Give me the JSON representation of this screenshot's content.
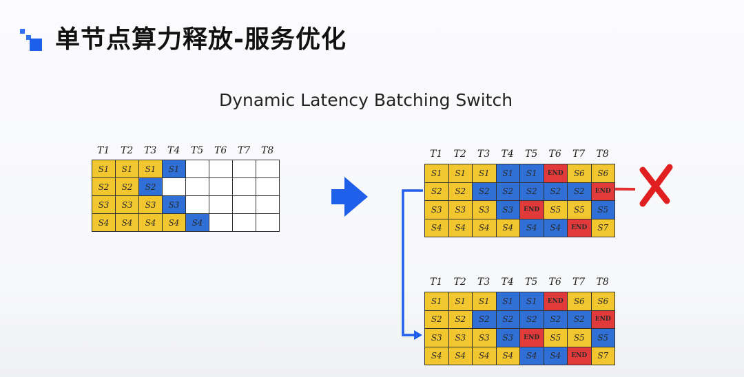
{
  "title": "单节点算力释放-服务优化",
  "subtitle": "Dynamic Latency Batching Switch",
  "colors": {
    "yellow": "#f2c62f",
    "blue": "#2f6fd6",
    "red": "#e23a3a",
    "arrow": "#1f5fe9",
    "cross": "#e02020"
  },
  "time_headers": [
    "T1",
    "T2",
    "T3",
    "T4",
    "T5",
    "T6",
    "T7",
    "T8"
  ],
  "grids": [
    {
      "name": "static-batching-grid",
      "rows": [
        [
          [
            "S1",
            "y"
          ],
          [
            "S1",
            "y"
          ],
          [
            "S1",
            "y"
          ],
          [
            "S1",
            "b"
          ],
          [
            "",
            "w"
          ],
          [
            "",
            "w"
          ],
          [
            "",
            "w"
          ],
          [
            "",
            "w"
          ]
        ],
        [
          [
            "S2",
            "y"
          ],
          [
            "S2",
            "y"
          ],
          [
            "S2",
            "b"
          ],
          [
            "",
            "w"
          ],
          [
            "",
            "w"
          ],
          [
            "",
            "w"
          ],
          [
            "",
            "w"
          ],
          [
            "",
            "w"
          ]
        ],
        [
          [
            "S3",
            "y"
          ],
          [
            "S3",
            "y"
          ],
          [
            "S3",
            "y"
          ],
          [
            "S3",
            "b"
          ],
          [
            "",
            "w"
          ],
          [
            "",
            "w"
          ],
          [
            "",
            "w"
          ],
          [
            "",
            "w"
          ]
        ],
        [
          [
            "S4",
            "y"
          ],
          [
            "S4",
            "y"
          ],
          [
            "S4",
            "y"
          ],
          [
            "S4",
            "y"
          ],
          [
            "S4",
            "b"
          ],
          [
            "",
            "w"
          ],
          [
            "",
            "w"
          ],
          [
            "",
            "w"
          ]
        ]
      ]
    },
    {
      "name": "dynamic-batching-grid-rejected",
      "rows": [
        [
          [
            "S1",
            "y"
          ],
          [
            "S1",
            "y"
          ],
          [
            "S1",
            "y"
          ],
          [
            "S1",
            "b"
          ],
          [
            "S1",
            "b"
          ],
          [
            "END",
            "r"
          ],
          [
            "S6",
            "y"
          ],
          [
            "S6",
            "y"
          ]
        ],
        [
          [
            "S2",
            "y"
          ],
          [
            "S2",
            "y"
          ],
          [
            "S2",
            "b"
          ],
          [
            "S2",
            "b"
          ],
          [
            "S2",
            "b"
          ],
          [
            "S2",
            "b"
          ],
          [
            "S2",
            "b"
          ],
          [
            "END",
            "r"
          ]
        ],
        [
          [
            "S3",
            "y"
          ],
          [
            "S3",
            "y"
          ],
          [
            "S3",
            "y"
          ],
          [
            "S3",
            "b"
          ],
          [
            "END",
            "r"
          ],
          [
            "S5",
            "y"
          ],
          [
            "S5",
            "y"
          ],
          [
            "S5",
            "b"
          ]
        ],
        [
          [
            "S4",
            "y"
          ],
          [
            "S4",
            "y"
          ],
          [
            "S4",
            "y"
          ],
          [
            "S4",
            "y"
          ],
          [
            "S4",
            "b"
          ],
          [
            "S4",
            "b"
          ],
          [
            "END",
            "r"
          ],
          [
            "S7",
            "y"
          ]
        ]
      ]
    },
    {
      "name": "dynamic-batching-grid-accepted",
      "rows": [
        [
          [
            "S1",
            "y"
          ],
          [
            "S1",
            "y"
          ],
          [
            "S1",
            "y"
          ],
          [
            "S1",
            "b"
          ],
          [
            "S1",
            "b"
          ],
          [
            "END",
            "r"
          ],
          [
            "S6",
            "y"
          ],
          [
            "S6",
            "y"
          ]
        ],
        [
          [
            "S2",
            "y"
          ],
          [
            "S2",
            "y"
          ],
          [
            "S2",
            "b"
          ],
          [
            "S2",
            "b"
          ],
          [
            "S2",
            "b"
          ],
          [
            "S2",
            "b"
          ],
          [
            "S2",
            "b"
          ],
          [
            "END",
            "r"
          ]
        ],
        [
          [
            "S3",
            "y"
          ],
          [
            "S3",
            "y"
          ],
          [
            "S3",
            "y"
          ],
          [
            "S3",
            "b"
          ],
          [
            "END",
            "r"
          ],
          [
            "S5",
            "y"
          ],
          [
            "S5",
            "y"
          ],
          [
            "S5",
            "b"
          ]
        ],
        [
          [
            "S4",
            "y"
          ],
          [
            "S4",
            "y"
          ],
          [
            "S4",
            "y"
          ],
          [
            "S4",
            "y"
          ],
          [
            "S4",
            "b"
          ],
          [
            "S4",
            "b"
          ],
          [
            "END",
            "r"
          ],
          [
            "S7",
            "y"
          ]
        ]
      ]
    }
  ]
}
